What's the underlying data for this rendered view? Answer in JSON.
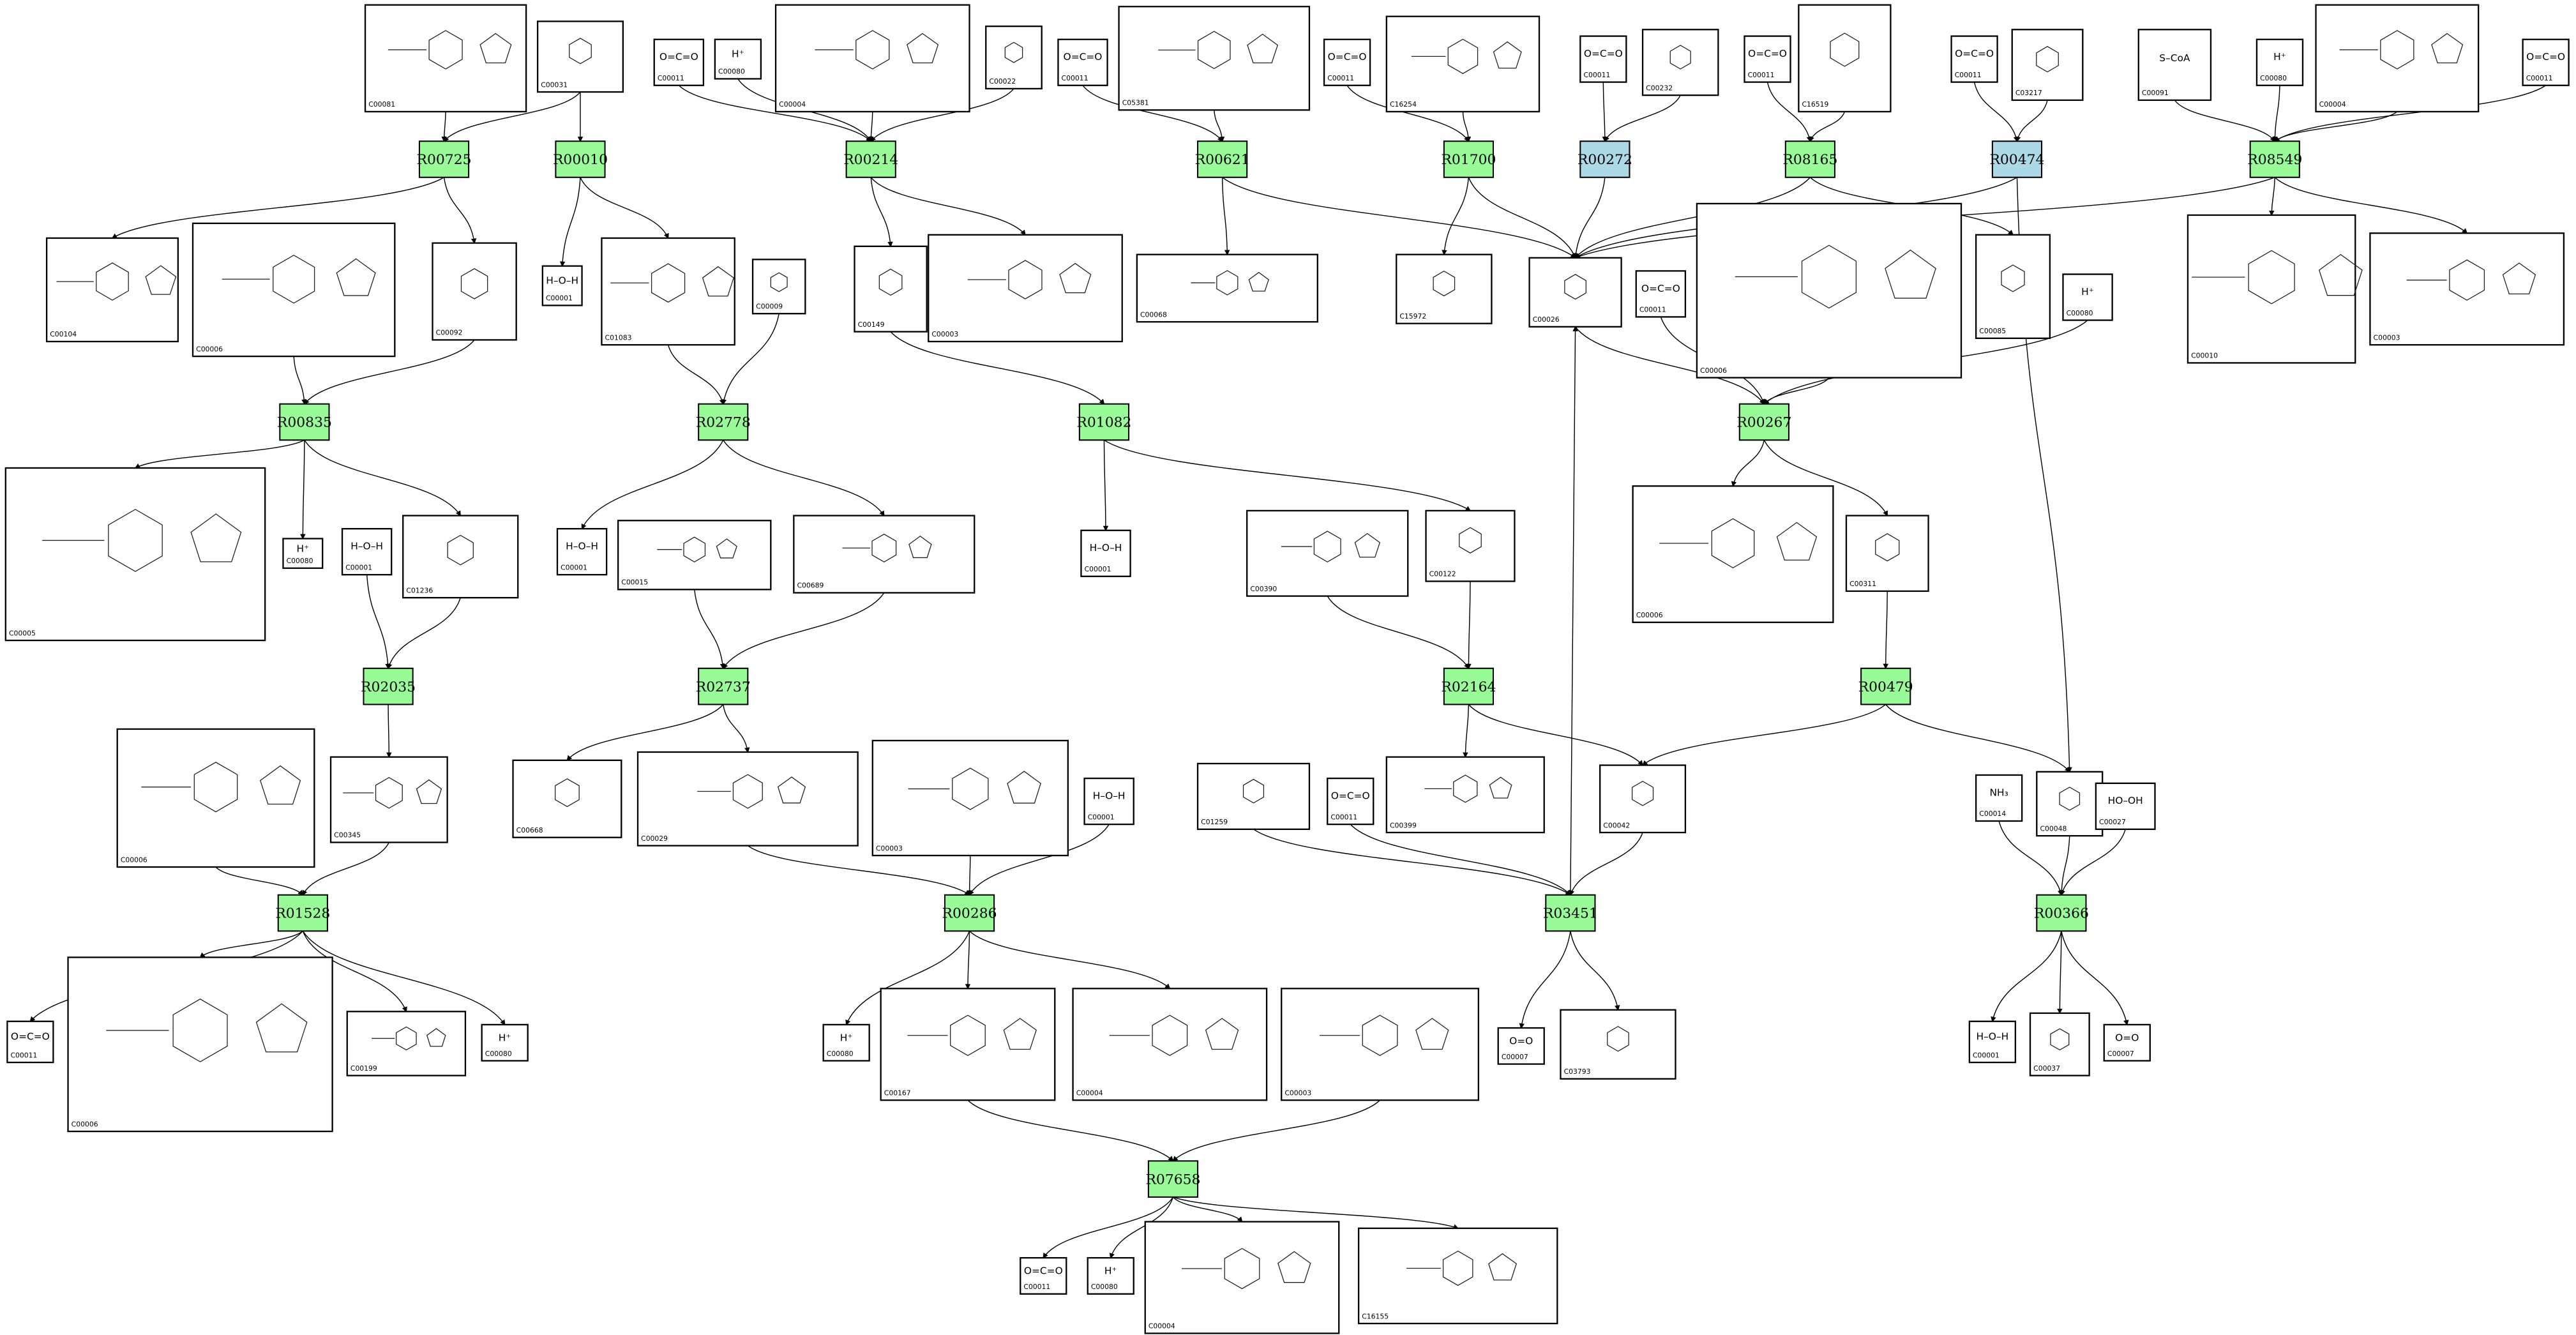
{
  "colors": {
    "reaction_default": "#98fb98",
    "reaction_alt": "#add8e6",
    "edge": "#000000"
  },
  "reactions": [
    {
      "key": "R00725",
      "label": "R00725",
      "color": "#98fb98"
    },
    {
      "key": "R00010",
      "label": "R00010",
      "color": "#98fb98"
    },
    {
      "key": "R00214",
      "label": "R00214",
      "color": "#98fb98"
    },
    {
      "key": "R00621",
      "label": "R00621",
      "color": "#98fb98"
    },
    {
      "key": "R01700",
      "label": "R01700",
      "color": "#98fb98"
    },
    {
      "key": "R00272",
      "label": "R00272",
      "color": "#add8e6"
    },
    {
      "key": "R08165",
      "label": "R08165",
      "color": "#98fb98"
    },
    {
      "key": "R00474",
      "label": "R00474",
      "color": "#add8e6"
    },
    {
      "key": "R08549",
      "label": "R08549",
      "color": "#98fb98"
    },
    {
      "key": "R00835",
      "label": "R00835",
      "color": "#98fb98"
    },
    {
      "key": "R02778",
      "label": "R02778",
      "color": "#98fb98"
    },
    {
      "key": "R01082",
      "label": "R01082",
      "color": "#98fb98"
    },
    {
      "key": "R00267",
      "label": "R00267",
      "color": "#98fb98"
    },
    {
      "key": "R02035",
      "label": "R02035",
      "color": "#98fb98"
    },
    {
      "key": "R02737",
      "label": "R02737",
      "color": "#98fb98"
    },
    {
      "key": "R02164",
      "label": "R02164",
      "color": "#98fb98"
    },
    {
      "key": "R00479",
      "label": "R00479",
      "color": "#98fb98"
    },
    {
      "key": "R01528",
      "label": "R01528",
      "color": "#98fb98"
    },
    {
      "key": "R00286",
      "label": "R00286",
      "color": "#98fb98"
    },
    {
      "key": "R03451",
      "label": "R03451",
      "color": "#98fb98"
    },
    {
      "key": "R00366",
      "label": "R00366",
      "color": "#98fb98"
    },
    {
      "key": "R07658",
      "label": "R07658",
      "color": "#98fb98"
    }
  ],
  "compounds": [
    {
      "key": "c00081",
      "id": "C00081"
    },
    {
      "key": "c00031",
      "id": "C00031"
    },
    {
      "key": "c00011a",
      "id": "C00011",
      "formula": "O=C=O"
    },
    {
      "key": "c00080a",
      "id": "C00080",
      "formula": "H⁺"
    },
    {
      "key": "c00004a",
      "id": "C00004"
    },
    {
      "key": "c00022",
      "id": "C00022"
    },
    {
      "key": "c00011b",
      "id": "C00011",
      "formula": "O=C=O"
    },
    {
      "key": "c05381",
      "id": "C05381"
    },
    {
      "key": "c00011c",
      "id": "C00011",
      "formula": "O=C=O"
    },
    {
      "key": "c16254",
      "id": "C16254"
    },
    {
      "key": "c00011d",
      "id": "C00011",
      "formula": "O=C=O"
    },
    {
      "key": "c00232",
      "id": "C00232"
    },
    {
      "key": "c00011e",
      "id": "C00011",
      "formula": "O=C=O"
    },
    {
      "key": "c16519",
      "id": "C16519"
    },
    {
      "key": "c00011f",
      "id": "C00011",
      "formula": "O=C=O"
    },
    {
      "key": "c03217",
      "id": "C03217"
    },
    {
      "key": "c00091",
      "id": "C00091",
      "formula": "S–CoA"
    },
    {
      "key": "c00080b",
      "id": "C00080",
      "formula": "H⁺"
    },
    {
      "key": "c00004b",
      "id": "C00004"
    },
    {
      "key": "c00011g",
      "id": "C00011",
      "formula": "O=C=O"
    },
    {
      "key": "c00104",
      "id": "C00104"
    },
    {
      "key": "c00006a",
      "id": "C00006"
    },
    {
      "key": "c00092",
      "id": "C00092"
    },
    {
      "key": "c00001a",
      "id": "C00001",
      "formula": "H–O–H"
    },
    {
      "key": "c01083",
      "id": "C01083"
    },
    {
      "key": "c00009",
      "id": "C00009"
    },
    {
      "key": "c00149",
      "id": "C00149"
    },
    {
      "key": "c00003a",
      "id": "C00003"
    },
    {
      "key": "c00068",
      "id": "C00068"
    },
    {
      "key": "c15972",
      "id": "C15972"
    },
    {
      "key": "c00026",
      "id": "C00026"
    },
    {
      "key": "c00011h",
      "id": "C00011",
      "formula": "O=C=O"
    },
    {
      "key": "c00006b",
      "id": "C00006"
    },
    {
      "key": "c00085",
      "id": "C00085"
    },
    {
      "key": "c00080d",
      "id": "C00080",
      "formula": "H⁺"
    },
    {
      "key": "c00010",
      "id": "C00010"
    },
    {
      "key": "c00003b",
      "id": "C00003"
    },
    {
      "key": "c00005",
      "id": "C00005"
    },
    {
      "key": "c00080c",
      "id": "C00080",
      "formula": "H⁺"
    },
    {
      "key": "c00001b",
      "id": "C00001",
      "formula": "H–O–H"
    },
    {
      "key": "c01236",
      "id": "C01236"
    },
    {
      "key": "c00001c",
      "id": "C00001",
      "formula": "H–O–H"
    },
    {
      "key": "c00015",
      "id": "C00015"
    },
    {
      "key": "c00689",
      "id": "C00689"
    },
    {
      "key": "c00001d",
      "id": "C00001",
      "formula": "H–O–H"
    },
    {
      "key": "c00390",
      "id": "C00390"
    },
    {
      "key": "c00122",
      "id": "C00122"
    },
    {
      "key": "c00006c",
      "id": "C00006"
    },
    {
      "key": "c00311",
      "id": "C00311"
    },
    {
      "key": "c00006d",
      "id": "C00006"
    },
    {
      "key": "c00345",
      "id": "C00345"
    },
    {
      "key": "c00668",
      "id": "C00668"
    },
    {
      "key": "c00029",
      "id": "C00029"
    },
    {
      "key": "c00003c",
      "id": "C00003"
    },
    {
      "key": "c00001e",
      "id": "C00001",
      "formula": "H–O–H"
    },
    {
      "key": "c01259",
      "id": "C01259"
    },
    {
      "key": "c00011j",
      "id": "C00011",
      "formula": "O=C=O"
    },
    {
      "key": "c00399",
      "id": "C00399"
    },
    {
      "key": "c00042",
      "id": "C00042"
    },
    {
      "key": "c00014",
      "id": "C00014",
      "formula": "NH₃"
    },
    {
      "key": "c00048",
      "id": "C00048"
    },
    {
      "key": "c00027",
      "id": "C00027",
      "formula": "HO–OH"
    },
    {
      "key": "c00011i",
      "id": "C00011",
      "formula": "O=C=O"
    },
    {
      "key": "c00006e",
      "id": "C00006"
    },
    {
      "key": "c00199",
      "id": "C00199"
    },
    {
      "key": "c00080e",
      "id": "C00080",
      "formula": "H⁺"
    },
    {
      "key": "c00080f",
      "id": "C00080",
      "formula": "H⁺"
    },
    {
      "key": "c00167",
      "id": "C00167"
    },
    {
      "key": "c00004c",
      "id": "C00004"
    },
    {
      "key": "c00003d",
      "id": "C00003"
    },
    {
      "key": "c00007a",
      "id": "C00007",
      "formula": "O=O"
    },
    {
      "key": "c03793",
      "id": "C03793"
    },
    {
      "key": "c00001f",
      "id": "C00001",
      "formula": "H–O–H"
    },
    {
      "key": "c00037",
      "id": "C00037"
    },
    {
      "key": "c00007b",
      "id": "C00007",
      "formula": "O=O"
    },
    {
      "key": "c00011k",
      "id": "C00011",
      "formula": "O=C=O"
    },
    {
      "key": "c00080g",
      "id": "C00080",
      "formula": "H⁺"
    },
    {
      "key": "c00004d",
      "id": "C00004"
    },
    {
      "key": "c16155",
      "id": "C16155"
    }
  ],
  "edges": [
    [
      "c00081",
      "R00725"
    ],
    [
      "c00031",
      "R00725"
    ],
    [
      "R00725",
      "c00104"
    ],
    [
      "R00725",
      "c00092"
    ],
    [
      "c00031",
      "R00010"
    ],
    [
      "R00010",
      "c00001a"
    ],
    [
      "R00010",
      "c01083"
    ],
    [
      "c00011a",
      "R00214"
    ],
    [
      "c00080a",
      "R00214"
    ],
    [
      "c00004a",
      "R00214"
    ],
    [
      "c00022",
      "R00214"
    ],
    [
      "R00214",
      "c00149"
    ],
    [
      "R00214",
      "c00003a"
    ],
    [
      "c00011b",
      "R00621"
    ],
    [
      "c05381",
      "R00621"
    ],
    [
      "R00621",
      "c00068"
    ],
    [
      "R00621",
      "c00026"
    ],
    [
      "c00011c",
      "R01700"
    ],
    [
      "c16254",
      "R01700"
    ],
    [
      "R01700",
      "c15972"
    ],
    [
      "R01700",
      "c00026"
    ],
    [
      "c00011d",
      "R00272"
    ],
    [
      "c00232",
      "R00272"
    ],
    [
      "R00272",
      "c00026"
    ],
    [
      "c00011e",
      "R08165"
    ],
    [
      "c16519",
      "R08165"
    ],
    [
      "R08165",
      "c00026"
    ],
    [
      "R08165",
      "c00085"
    ],
    [
      "c00011f",
      "R00474"
    ],
    [
      "c03217",
      "R00474"
    ],
    [
      "R00474",
      "c00026"
    ],
    [
      "R00474",
      "c00048"
    ],
    [
      "c00091",
      "R08549"
    ],
    [
      "c00080b",
      "R08549"
    ],
    [
      "c00004b",
      "R08549"
    ],
    [
      "c00011g",
      "R08549"
    ],
    [
      "R08549",
      "c00026"
    ],
    [
      "R08549",
      "c00010"
    ],
    [
      "R08549",
      "c00003b"
    ],
    [
      "c00006a",
      "R00835"
    ],
    [
      "c00092",
      "R00835"
    ],
    [
      "R00835",
      "c00005"
    ],
    [
      "R00835",
      "c00080c"
    ],
    [
      "R00835",
      "c01236"
    ],
    [
      "c01083",
      "R02778"
    ],
    [
      "c00009",
      "R02778"
    ],
    [
      "R02778",
      "c00001c"
    ],
    [
      "R02778",
      "c00689"
    ],
    [
      "c00149",
      "R01082"
    ],
    [
      "R01082",
      "c00001d"
    ],
    [
      "R01082",
      "c00122"
    ],
    [
      "c00026",
      "R00267"
    ],
    [
      "c00011h",
      "R00267"
    ],
    [
      "c00006b",
      "R00267"
    ],
    [
      "c00080d",
      "R00267"
    ],
    [
      "R00267",
      "c00006c"
    ],
    [
      "R00267",
      "c00311"
    ],
    [
      "c00001b",
      "R02035"
    ],
    [
      "c01236",
      "R02035"
    ],
    [
      "R02035",
      "c00345"
    ],
    [
      "c00015",
      "R02737"
    ],
    [
      "c00689",
      "R02737"
    ],
    [
      "R02737",
      "c00668"
    ],
    [
      "R02737",
      "c00029"
    ],
    [
      "c00390",
      "R02164"
    ],
    [
      "c00122",
      "R02164"
    ],
    [
      "R02164",
      "c00399"
    ],
    [
      "R02164",
      "c00042"
    ],
    [
      "c00311",
      "R00479"
    ],
    [
      "R00479",
      "c00042"
    ],
    [
      "R00479",
      "c00048"
    ],
    [
      "c00006d",
      "R01528"
    ],
    [
      "c00345",
      "R01528"
    ],
    [
      "R01528",
      "c00011i"
    ],
    [
      "R01528",
      "c00006e"
    ],
    [
      "R01528",
      "c00199"
    ],
    [
      "R01528",
      "c00080e"
    ],
    [
      "c00029",
      "R00286"
    ],
    [
      "c00003c",
      "R00286"
    ],
    [
      "c00001e",
      "R00286"
    ],
    [
      "R00286",
      "c00080f"
    ],
    [
      "R00286",
      "c00167"
    ],
    [
      "R00286",
      "c00004c"
    ],
    [
      "c01259",
      "R03451"
    ],
    [
      "c00011j",
      "R03451"
    ],
    [
      "c00042",
      "R03451"
    ],
    [
      "R03451",
      "c00007a"
    ],
    [
      "R03451",
      "c03793"
    ],
    [
      "R03451",
      "c00026"
    ],
    [
      "c00014",
      "R00366"
    ],
    [
      "c00048",
      "R00366"
    ],
    [
      "c00027",
      "R00366"
    ],
    [
      "R00366",
      "c00001f"
    ],
    [
      "R00366",
      "c00037"
    ],
    [
      "R00366",
      "c00007b"
    ],
    [
      "c00167",
      "R07658"
    ],
    [
      "c00003d",
      "R07658"
    ],
    [
      "R07658",
      "c00011k"
    ],
    [
      "R07658",
      "c00080g"
    ],
    [
      "R07658",
      "c00004d"
    ],
    [
      "R07658",
      "c16155"
    ]
  ]
}
